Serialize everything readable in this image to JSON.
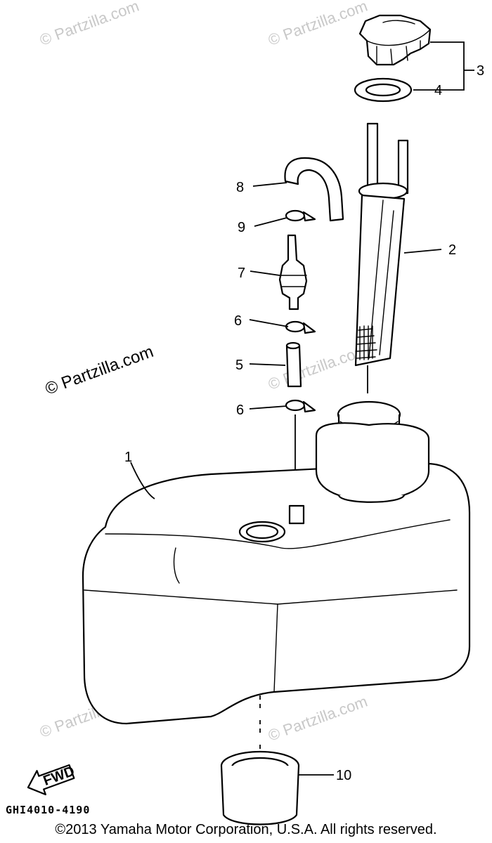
{
  "diagram": {
    "callouts": [
      "1",
      "2",
      "3",
      "4",
      "5",
      "6",
      "6",
      "7",
      "8",
      "9",
      "10"
    ],
    "watermark": "© Partzilla.com",
    "fwd_label": "FWD",
    "part_code": "GHI4010-4190",
    "copyright": "©2013 Yamaha Motor Corporation, U.S.A. All rights reserved."
  }
}
